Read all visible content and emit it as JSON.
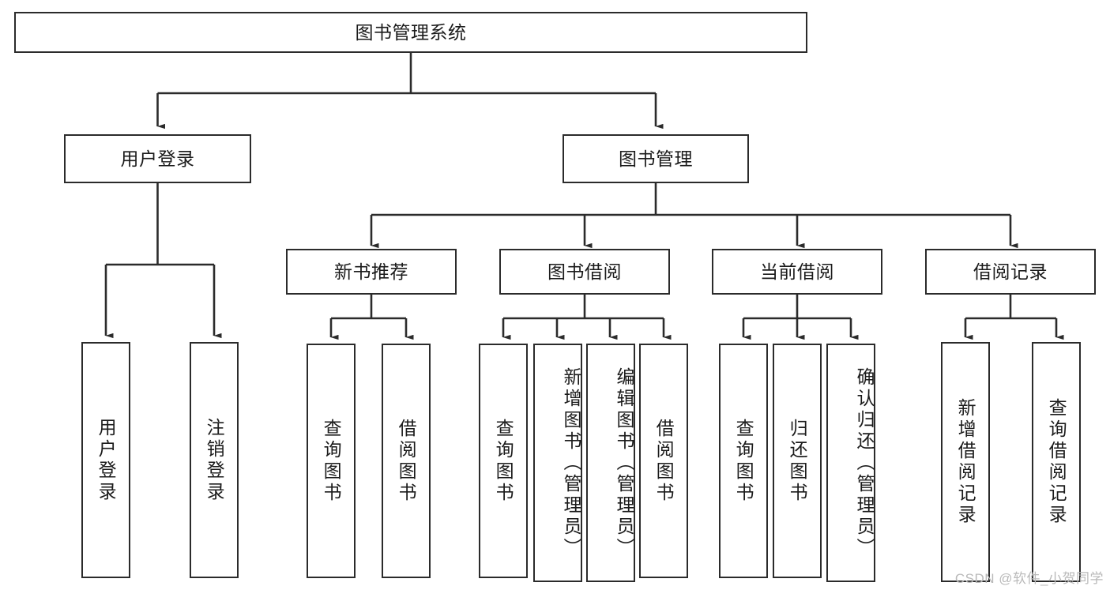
{
  "diagram": {
    "type": "tree",
    "title": "图书管理系统",
    "root": {
      "label": "图书管理系统"
    },
    "level2": [
      {
        "label": "用户登录"
      },
      {
        "label": "图书管理"
      }
    ],
    "level3": [
      {
        "label": "新书推荐"
      },
      {
        "label": "图书借阅"
      },
      {
        "label": "当前借阅"
      },
      {
        "label": "借阅记录"
      }
    ],
    "leaves": {
      "user_login": [
        {
          "label": "用户登录"
        },
        {
          "label": "注销登录"
        }
      ],
      "new_book_recommend": [
        {
          "label": "查询图书"
        },
        {
          "label": "借阅图书"
        }
      ],
      "book_borrow": [
        {
          "label": "查询图书"
        },
        {
          "label": "新增图书（管理员）"
        },
        {
          "label": "编辑图书（管理员）"
        },
        {
          "label": "借阅图书"
        }
      ],
      "current_borrow": [
        {
          "label": "查询图书"
        },
        {
          "label": "归还图书"
        },
        {
          "label": "确认归还（管理员）"
        }
      ],
      "borrow_record": [
        {
          "label": "新增借阅记录"
        },
        {
          "label": "查询借阅记录"
        }
      ]
    }
  },
  "watermark": {
    "text": "CSDN @软件_小贺同学"
  },
  "colors": {
    "stroke": "#2b2b2b",
    "background": "#ffffff",
    "text": "#1b1b1b",
    "watermark": "#b9b9b9"
  }
}
